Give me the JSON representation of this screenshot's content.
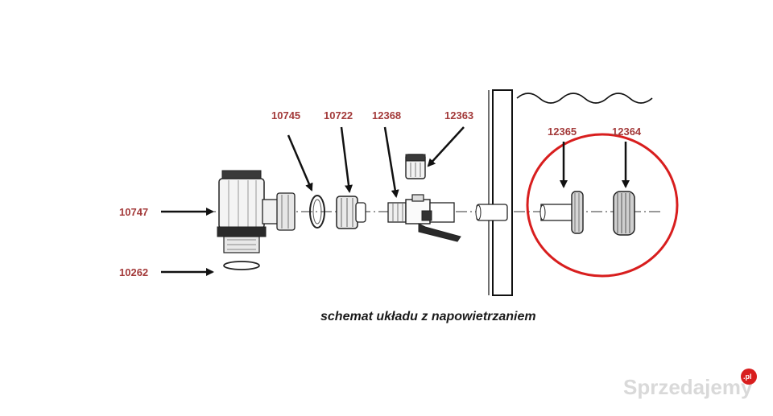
{
  "diagram": {
    "caption": "schemat układu z napowietrzaniem",
    "part_labels": {
      "p10745": "10745",
      "p10722": "10722",
      "p12368": "12368",
      "p12363": "12363",
      "p12365": "12365",
      "p12364": "12364",
      "p10747": "10747",
      "p10262": "10262"
    },
    "highlight_color": "#d81e1e",
    "label_color": "#a33a3a"
  },
  "watermark": {
    "brand": "Sprzedajemy",
    "suffix": ".pl"
  }
}
